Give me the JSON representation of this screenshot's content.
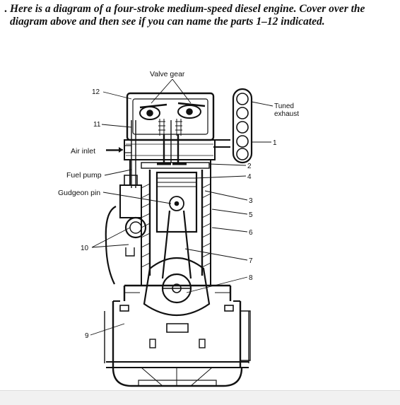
{
  "intro": {
    "bullet": ".",
    "text": "Here is a diagram of a four-stroke medium-speed diesel engine. Cover over the diagram above and then see if you can name the parts 1–12 indicated."
  },
  "diagram": {
    "labels": {
      "valve_gear": "Valve gear",
      "tuned_exhaust_1": "Tuned",
      "tuned_exhaust_2": "exhaust",
      "air_inlet": "Air inlet",
      "fuel_pump": "Fuel pump",
      "gudgeon_pin": "Gudgeon pin"
    },
    "numbers": {
      "n1": "1",
      "n2": "2",
      "n3": "3",
      "n4": "4",
      "n5": "5",
      "n6": "6",
      "n7": "7",
      "n8": "8",
      "n9": "9",
      "n10": "10",
      "n11": "11",
      "n12": "12"
    }
  }
}
